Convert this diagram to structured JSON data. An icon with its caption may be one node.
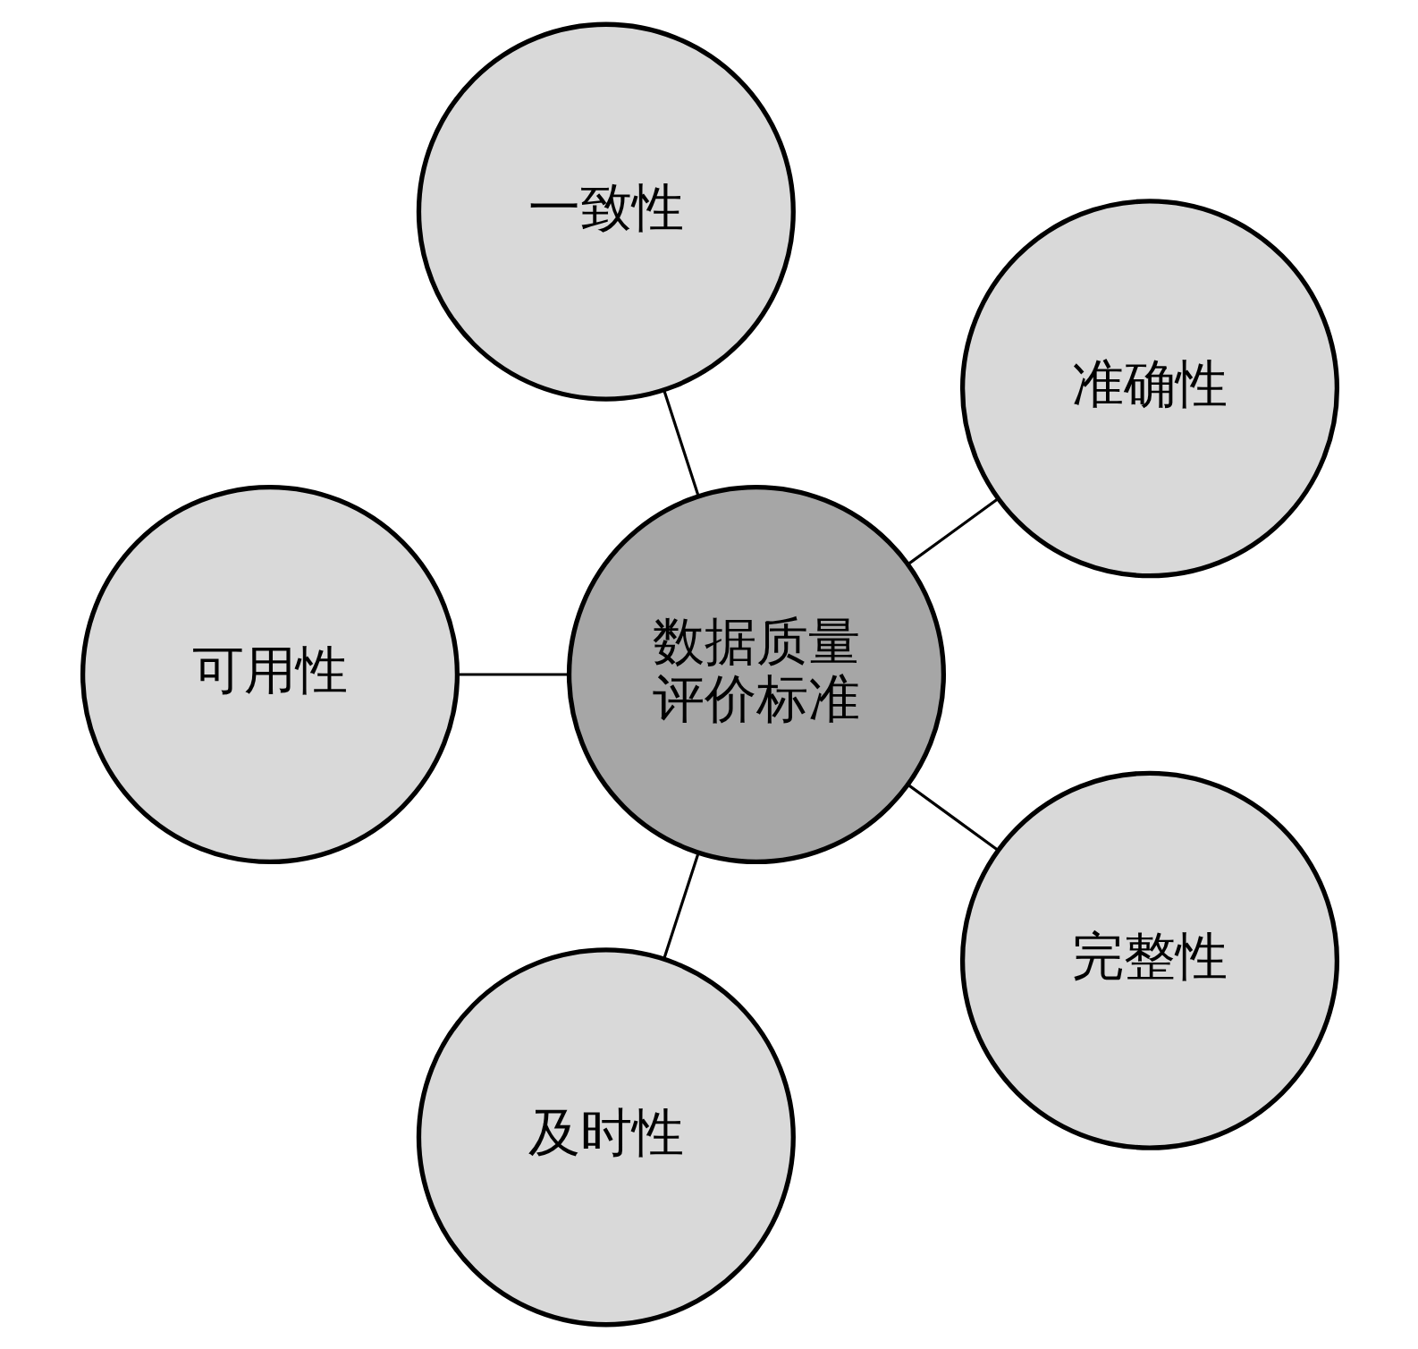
{
  "diagram": {
    "nodes": [
      {
        "text": [
          "数据质量评价标准"
        ]
      },
      {
        "text": [
          "准确性"
        ]
      },
      {
        "text": [
          "一致性"
        ]
      },
      {
        "text": [
          "可用性"
        ]
      },
      {
        "text": [
          "及时性"
        ]
      },
      {
        "text": [
          "完整性"
        ]
      }
    ],
    "edges": [
      {
        "from": 0,
        "to": 1,
        "arrow": "none"
      },
      {
        "from": 0,
        "to": 2,
        "arrow": "none"
      },
      {
        "from": 0,
        "to": 3,
        "arrow": "none"
      },
      {
        "from": 0,
        "to": 4,
        "arrow": "none"
      },
      {
        "from": 0,
        "to": 5,
        "arrow": "none"
      }
    ]
  }
}
